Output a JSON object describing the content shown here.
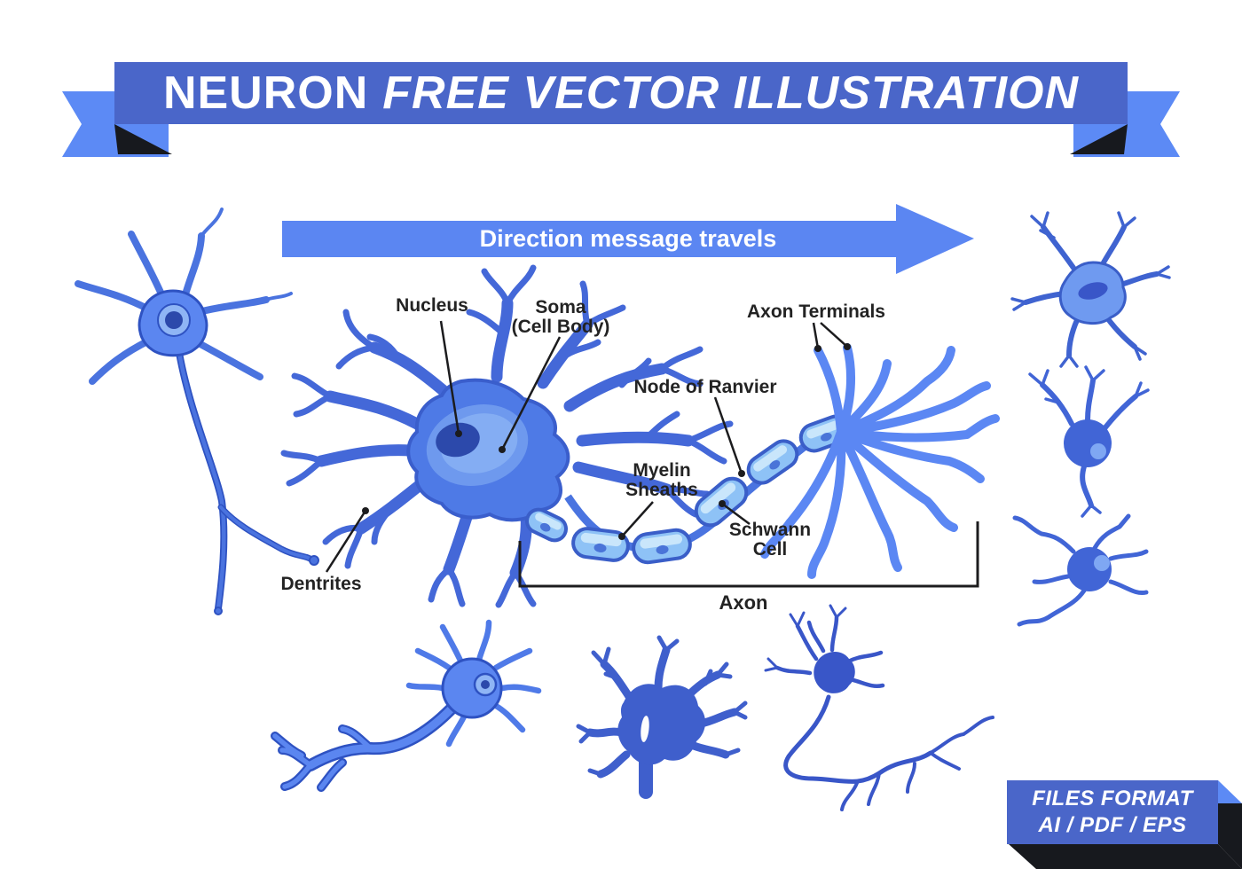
{
  "banner": {
    "word_bold": "NEURON",
    "word_rest": "FREE VECTOR ILLUSTRATION"
  },
  "direction_arrow": {
    "label": "Direction message travels"
  },
  "neuron_labels": {
    "nucleus": "Nucleus",
    "soma": "Soma",
    "soma_sub": "(Cell Body)",
    "axon_terminals": "Axon Terminals",
    "node_of_ranvier": "Node of Ranvier",
    "myelin_line1": "Myelin",
    "myelin_line2": "Sheaths",
    "schwann_line1": "Schwann",
    "schwann_line2": "Cell",
    "dendrites": "Dentrites",
    "axon": "Axon"
  },
  "footer_badge": {
    "line1": "FILES FORMAT",
    "line2": "AI / PDF / EPS"
  },
  "colors": {
    "ribbon_blue": "#4A66C9",
    "ribbon_light_blue": "#5C8AF5",
    "fold_black": "#17191E",
    "arrow_blue": "#5B86F2",
    "neuron_body_blue": "#4E7AE6",
    "neuron_outline": "#3A5ECC",
    "soma_light": "#84ADF3",
    "nucleus_dark": "#2C49AB",
    "myelin_fill": "#8EC2F6",
    "myelin_highlight": "#C9E6FB",
    "terminal_blue": "#5B87F3",
    "solid_neuron_blue": "#3F5FCC",
    "label_text": "#232323"
  }
}
